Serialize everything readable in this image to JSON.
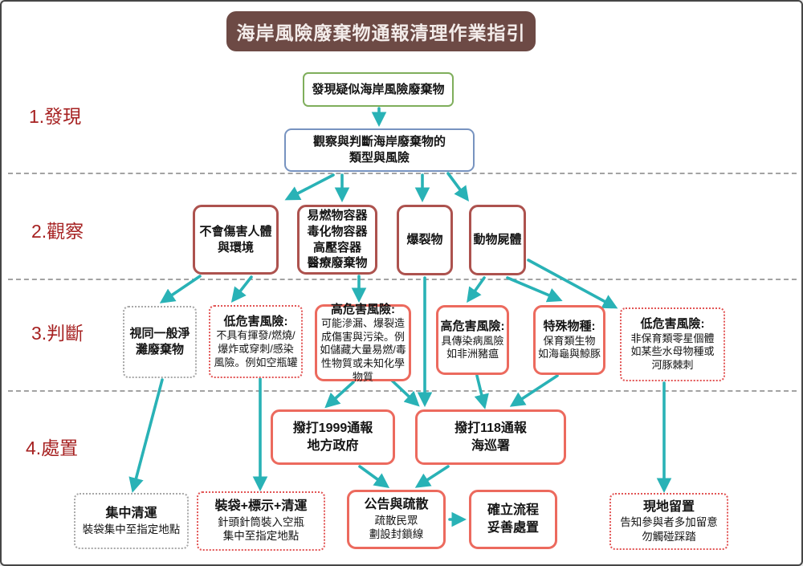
{
  "title": "海岸風險廢棄物通報清理作業指引",
  "section_labels": {
    "s1": "1.發現",
    "s2": "2.觀察",
    "s3": "3.判斷",
    "s4": "4.處置"
  },
  "nodes": {
    "discover": {
      "text": "發現疑似海岸風險廢棄物"
    },
    "observe": {
      "line1": "觀察與判斷海岸廢棄物的",
      "line2": "類型與風險"
    },
    "cat_harmless": {
      "line1": "不會傷害人體",
      "line2": "與環境"
    },
    "cat_containers": {
      "line1": "易燃物容器",
      "line2": "毒化物容器",
      "line3": "高壓容器",
      "line4": "醫療廢棄物"
    },
    "cat_explosive": {
      "text": "爆裂物"
    },
    "cat_carcass": {
      "text": "動物屍體"
    },
    "judge_general": {
      "line1": "視同一般淨",
      "line2": "灘廢棄物"
    },
    "judge_low_container": {
      "title": "低危害風險:",
      "body": "不具有揮發/燃燒/爆炸或穿刺/感染風險。例如空瓶罐"
    },
    "judge_high_container": {
      "title": "高危害風險:",
      "body": "可能滲漏、爆裂造成傷害與污染。例如儲藏大量易燃/毒性物質或未知化學物質"
    },
    "judge_high_carcass": {
      "title": "高危害風險:",
      "body1": "具傳染病風險",
      "body2": "如非洲豬瘟"
    },
    "judge_special": {
      "title": "特殊物種:",
      "body1": "保育類生物",
      "body2": "如海龜與鯨豚"
    },
    "judge_low_carcass": {
      "title": "低危害風險:",
      "body1": "非保育類零星個體",
      "body2": "如某些水母物種或",
      "body3": "河豚棘刺"
    },
    "call_1999": {
      "line1": "撥打1999通報",
      "line2": "地方政府"
    },
    "call_118": {
      "line1": "撥打118通報",
      "line2": "海巡署"
    },
    "act_collect": {
      "title": "集中清運",
      "body": "裝袋集中至指定地點"
    },
    "act_bag": {
      "title": "裝袋+標示+清運",
      "body1": "針頭針筒裝入空瓶",
      "body2": "集中至指定地點"
    },
    "act_announce": {
      "title": "公告與疏散",
      "body1": "疏散民眾",
      "body2": "劃設封鎖線"
    },
    "act_process": {
      "line1": "確立流程",
      "line2": "妥善處置"
    },
    "act_leave": {
      "title": "現地留置",
      "body1": "告知參與者多加留意",
      "body2": "勿觸碰踩踏"
    }
  },
  "colors": {
    "title_bg": "#6d4a45",
    "arrow_teal": "#29b2b6",
    "category_red": "#ad524e",
    "action_coral": "#ec6a5e",
    "dotted_red": "#e25555",
    "dotted_gray": "#a8a8a8",
    "discover_green": "#7fae5b",
    "observe_blue": "#7793c0",
    "section_label_red": "#a62121"
  }
}
